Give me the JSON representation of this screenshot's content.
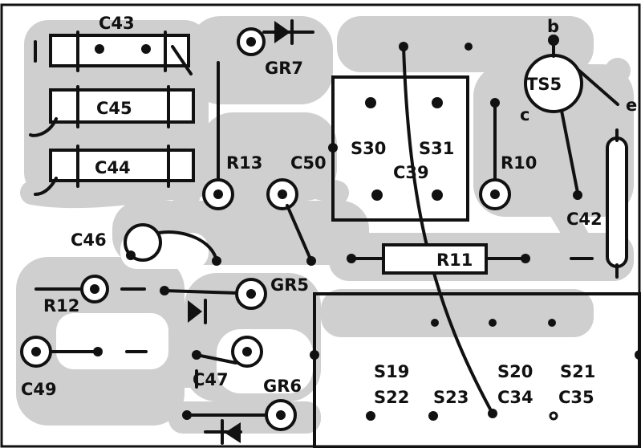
{
  "labels": {
    "C43": "C43",
    "C45": "C45",
    "C44": "C44",
    "GR7": "GR7",
    "TS5": "TS5",
    "b": "b",
    "c": "c",
    "e": "e",
    "S30": "S30",
    "S31": "S31",
    "C39": "C39",
    "R13": "R13",
    "C50": "C50",
    "R10": "R10",
    "C42": "C42",
    "C46": "C46",
    "R11": "R11",
    "R12": "R12",
    "GR5": "GR5",
    "C49": "C49",
    "C47": "C47",
    "GR6": "GR6",
    "S19": "S19",
    "S20": "S20",
    "S21": "S21",
    "S22": "S22",
    "S23": "S23",
    "C34": "C34",
    "C35": "C35"
  },
  "colors": {
    "board_border": "#111111",
    "copper_trace": "#cfcfcf",
    "component_ink": "#111111",
    "background": "#ffffff"
  },
  "icons": [
    "diode-icon",
    "capacitor-icon",
    "resistor-icon",
    "transistor-icon",
    "solder-pad-icon"
  ]
}
